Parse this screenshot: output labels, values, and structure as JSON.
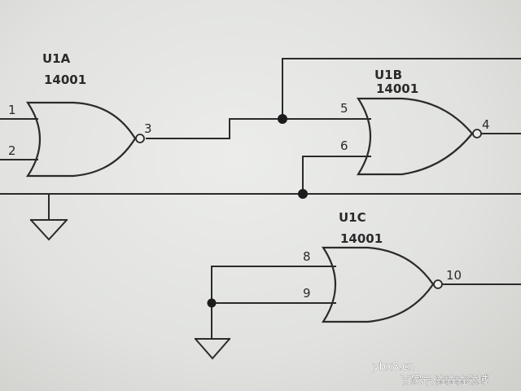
{
  "gates": [
    {
      "ref": "U1A",
      "part": "14001",
      "pin_in_a": "1",
      "pin_in_b": "2",
      "pin_out": "3"
    },
    {
      "ref": "U1B",
      "part": "14001",
      "pin_in_a": "5",
      "pin_in_b": "6",
      "pin_out": "4"
    },
    {
      "ref": "U1C",
      "part": "14001",
      "pin_in_a": "8",
      "pin_in_b": "9",
      "pin_out": "10"
    }
  ],
  "watermark": {
    "domain": "ybx8.cn",
    "source": "百家号/鑫鑫鑫领域"
  }
}
